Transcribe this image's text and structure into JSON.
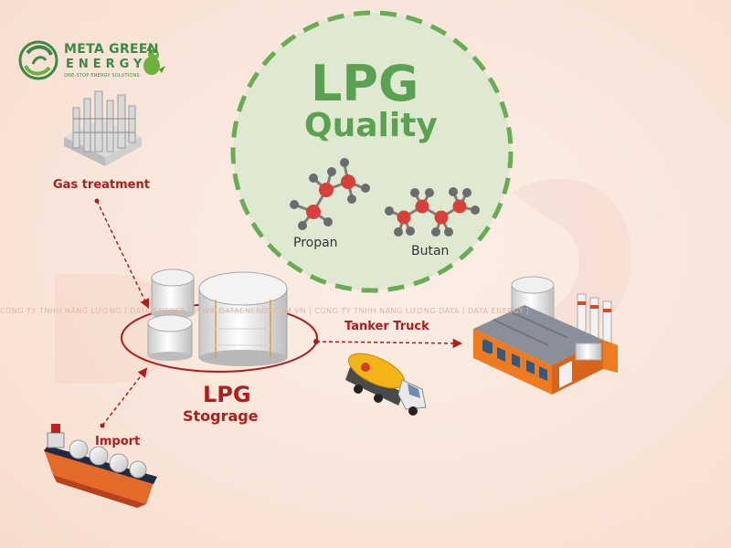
{
  "brand": {
    "name": "META GREEN",
    "sub": "ENERGY",
    "tagline": "ONE-STOP ENERGY SOLUTIONS",
    "colors": {
      "green": "#3a8a46",
      "mascot": "#6bb23d"
    }
  },
  "quality": {
    "title": "LPG",
    "subtitle": "Quality",
    "molecules": [
      {
        "label": "Propan"
      },
      {
        "label": "Butan"
      }
    ],
    "colors": {
      "circle_fill": "#dfe9d1",
      "dash": "#6aab55",
      "atom_c": "#d8413b",
      "atom_h": "#6c6c6c"
    }
  },
  "nodes": {
    "gas_treatment": {
      "label": "Gas treatment"
    },
    "import": {
      "label": "Import"
    },
    "tanker": {
      "label": "Tanker Truck"
    },
    "storage": {
      "title": "LPG",
      "subtitle": "Stograge"
    }
  },
  "watermark": "CÔNG TY TNHH NĂNG LƯỢNG | DATA ENERGY | WWW.DATAENERGY.COM.VN | CÔNG TY TNHH NĂNG LƯỢNG DATA | DATA ENERGY |",
  "colors": {
    "accent_red": "#b11d1d",
    "bg": "#f9e6da"
  }
}
